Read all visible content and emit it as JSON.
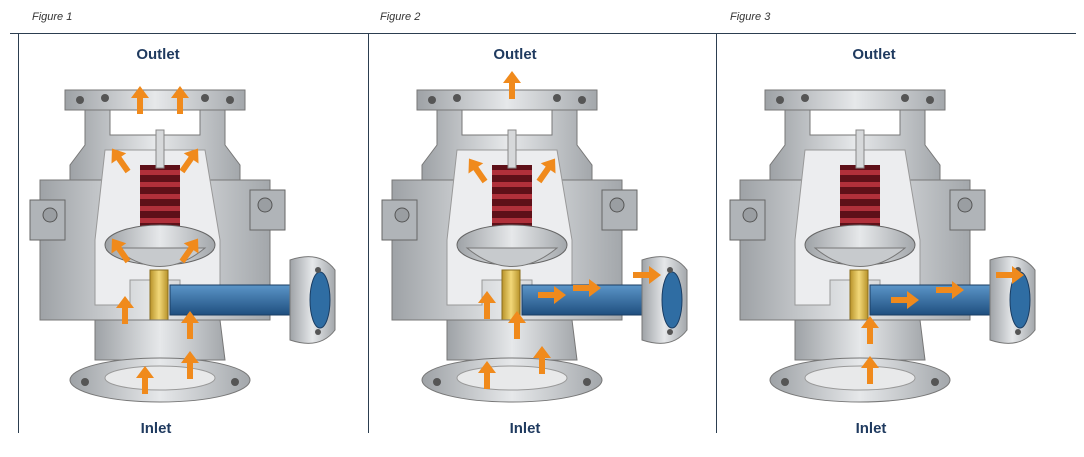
{
  "figures": [
    {
      "caption": "Figure 1",
      "top_label": "Outlet",
      "bottom_label": "Inlet"
    },
    {
      "caption": "Figure 2",
      "top_label": "Outlet",
      "bottom_label": "Inlet"
    },
    {
      "caption": "Figure 3",
      "top_label": "Outlet",
      "bottom_label": "Inlet"
    }
  ],
  "colors": {
    "arrow": "#f08a1c",
    "steel": "#c9cccf",
    "steel_dark": "#8e9296",
    "spring": "#7a1a22",
    "bypass_blue": "#2f6da3",
    "stem_gold": "#e3c24a",
    "label": "#1f3a5f"
  }
}
